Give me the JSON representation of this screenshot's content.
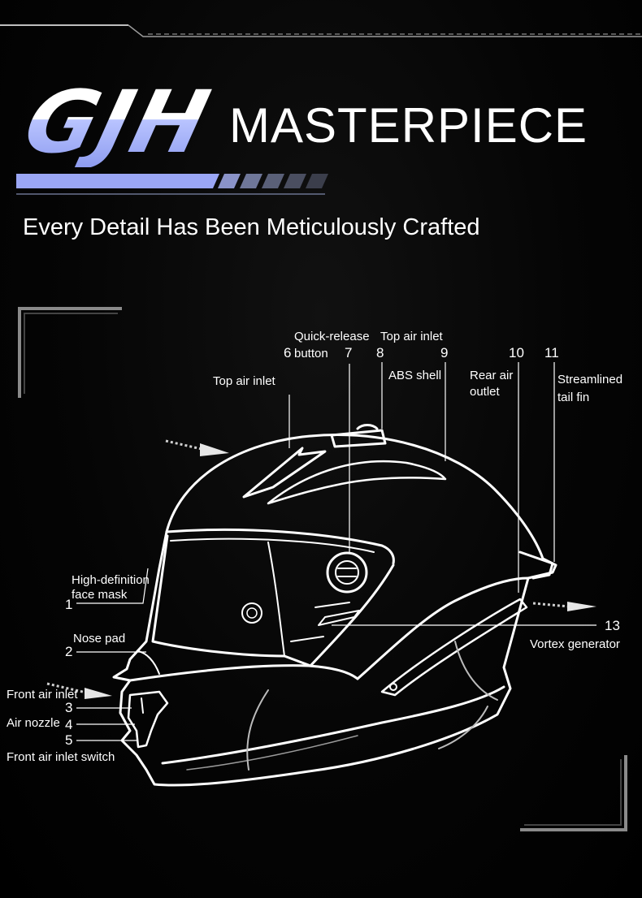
{
  "header": {
    "logo": "GJH",
    "title": "MASTERPIECE",
    "tagline": "Every Detail Has Been Meticulously Crafted"
  },
  "callouts": [
    {
      "num": "1",
      "label": "High-definition face mask"
    },
    {
      "num": "2",
      "label": "Nose pad"
    },
    {
      "num": "3",
      "label": "Front air inlet"
    },
    {
      "num": "4",
      "label": "Air nozzle"
    },
    {
      "num": "5",
      "label": "Front air inlet switch"
    },
    {
      "num": "6",
      "label": "Top air inlet"
    },
    {
      "num": "7",
      "label": "Quick-release button"
    },
    {
      "num": "8",
      "label": "Top air inlet"
    },
    {
      "num": "9",
      "label": "ABS shell"
    },
    {
      "num": "10",
      "label": "Rear air outlet"
    },
    {
      "num": "11",
      "label": "Streamlined tail fin"
    },
    {
      "num": "13",
      "label": "Vortex generator"
    }
  ],
  "colors": {
    "accent": "#9aa6f5",
    "line": "#ffffff",
    "background": "#000000"
  }
}
